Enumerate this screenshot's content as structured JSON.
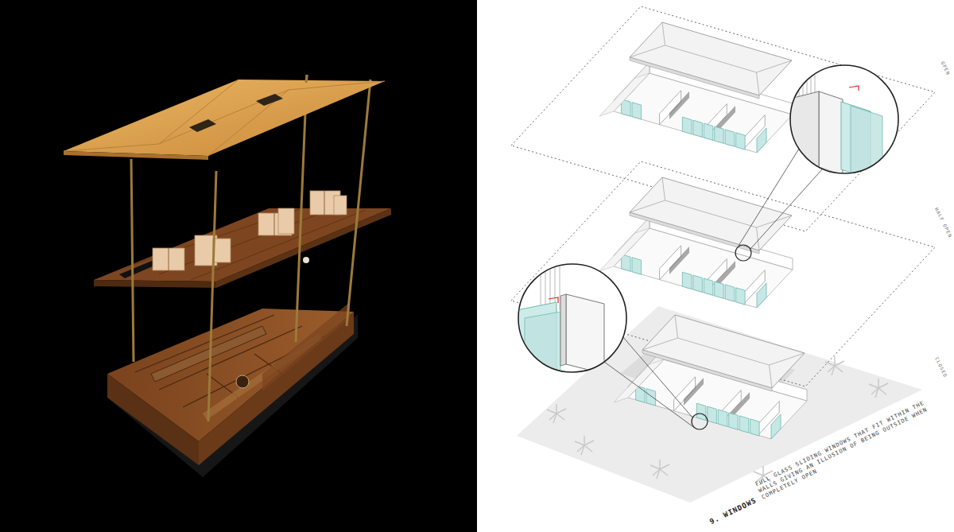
{
  "diagram": {
    "labels": [
      "OPEN",
      "HALF OPEN",
      "CLOSED",
      "9. WINDOWS",
      "FULL GLASS SLIDING WINDOWS THAT FIT WITHIN THE WALLS GIVING AN ILLUSION OF BEING OUTSIDE WHEN COMPLETELY OPEN"
    ]
  }
}
